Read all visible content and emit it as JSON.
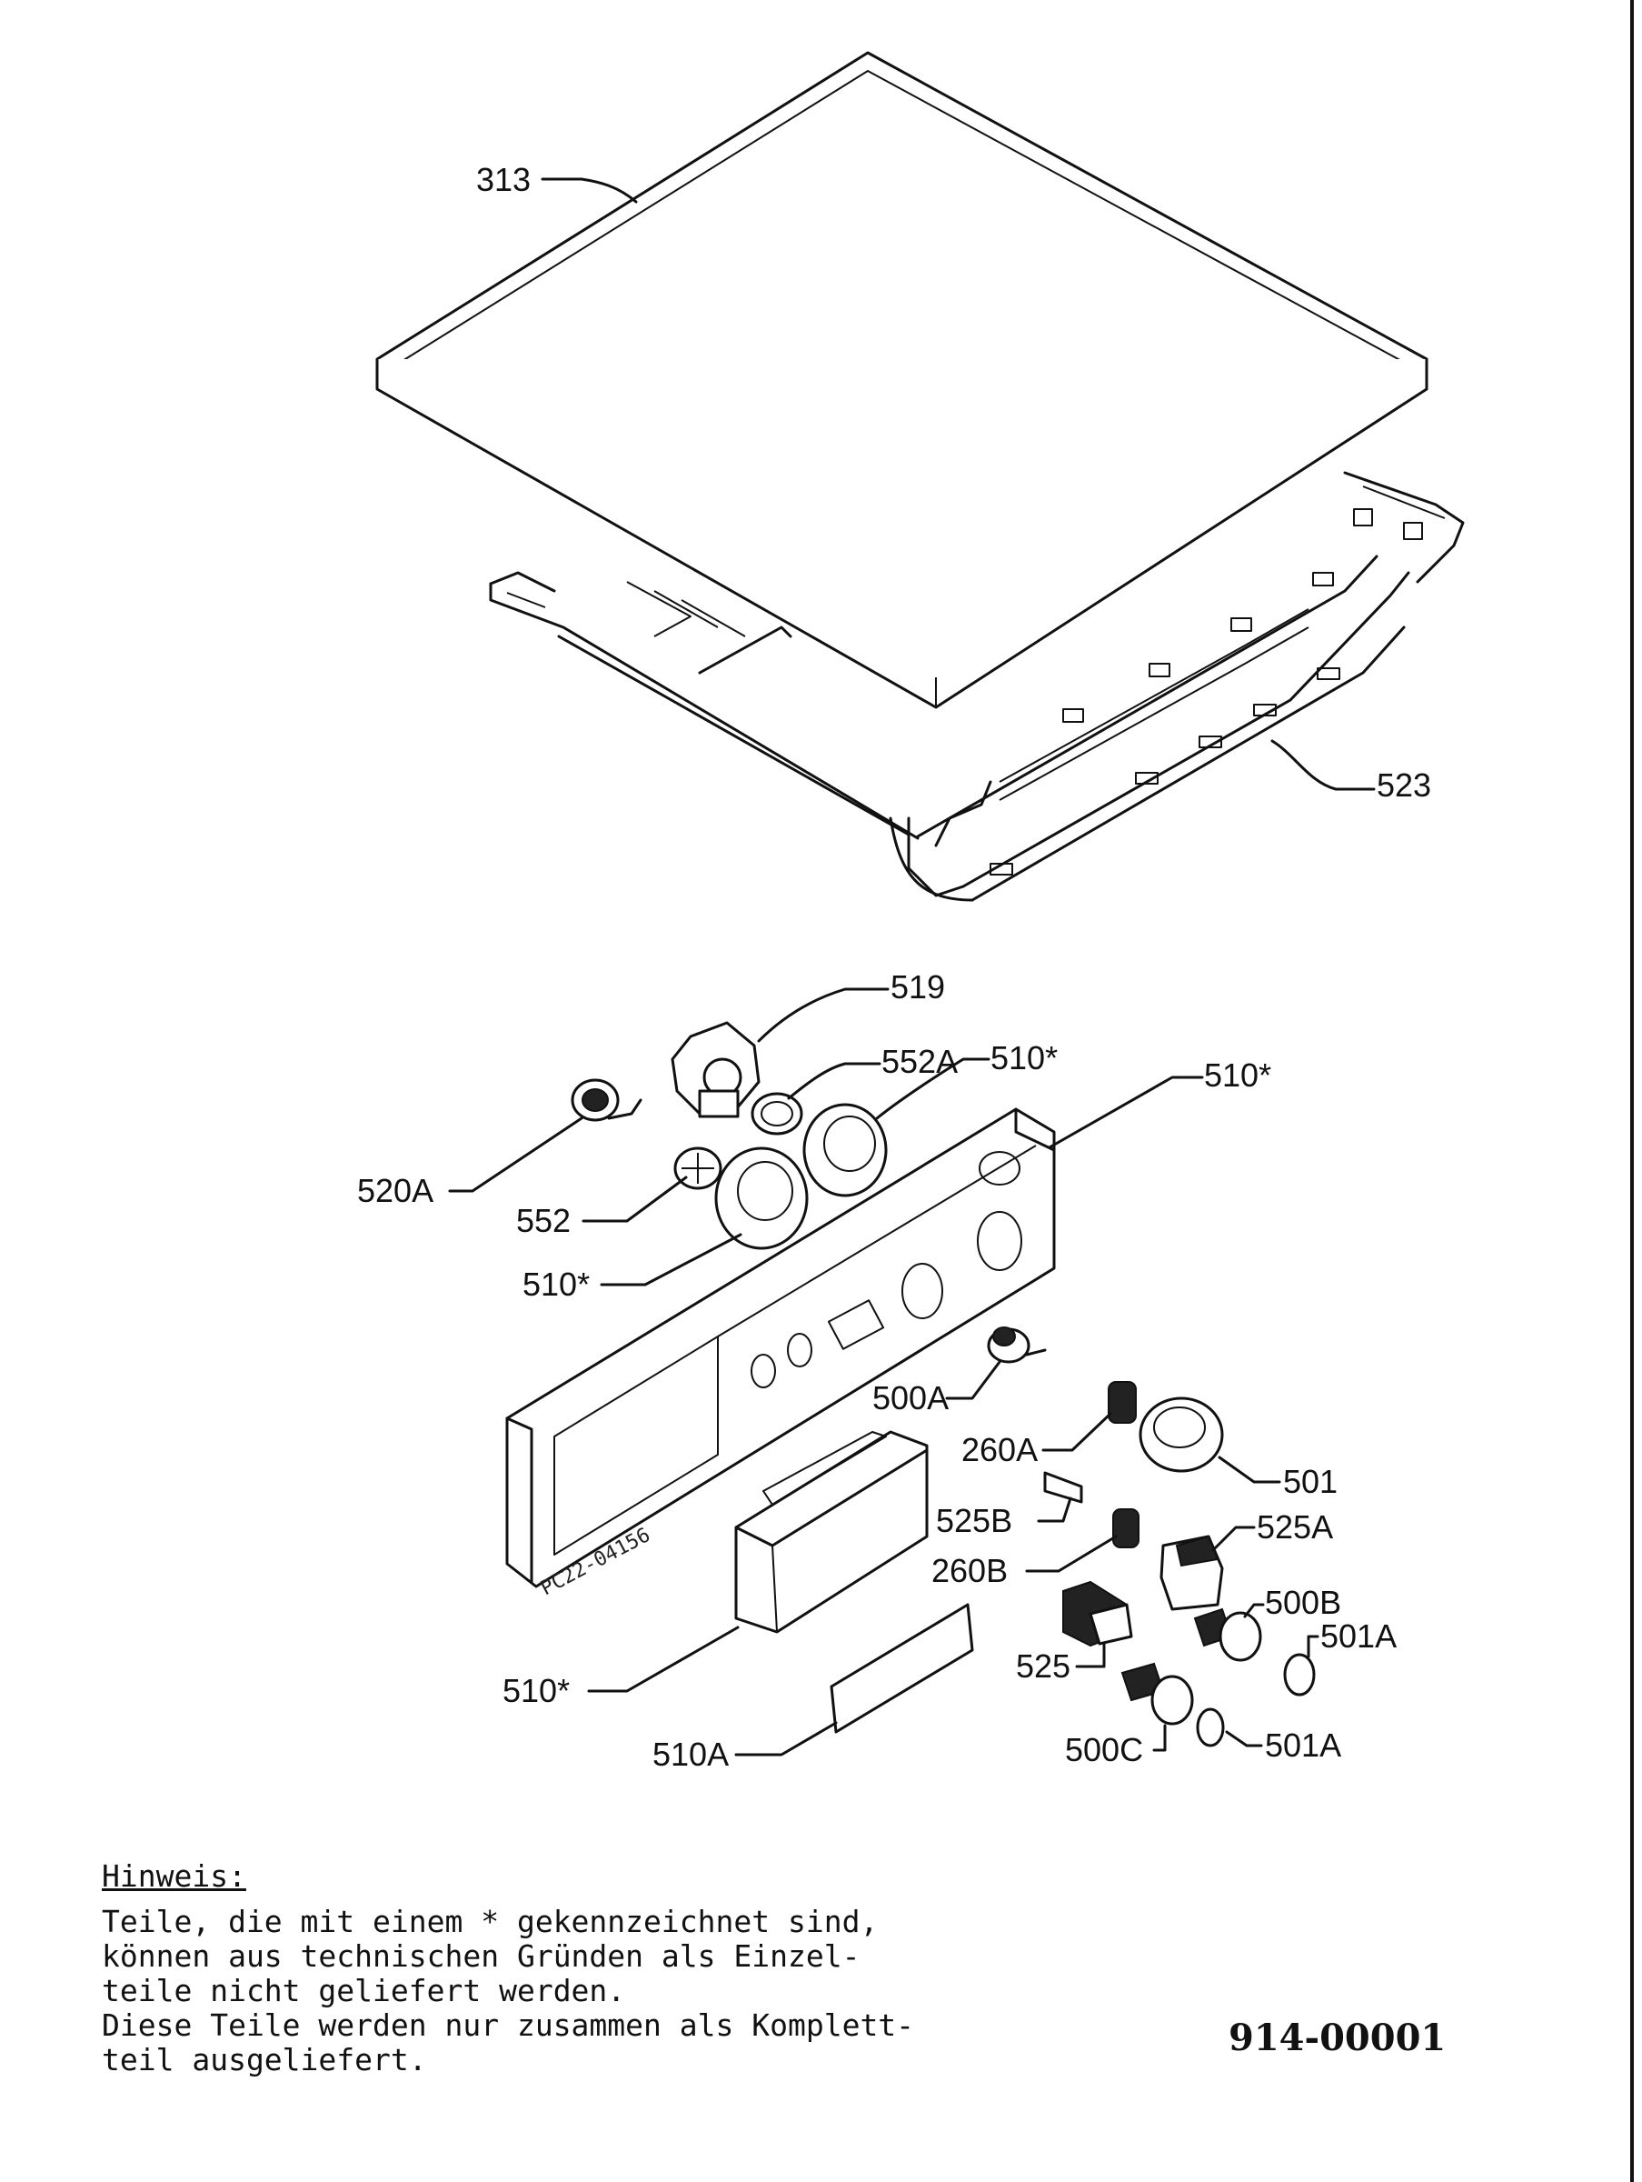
{
  "labels": {
    "p313": "313",
    "p523": "523",
    "p519": "519",
    "p552A": "552A",
    "p510_a": "510*",
    "p510_b": "510*",
    "p520A": "520A",
    "p552": "552",
    "p510_c": "510*",
    "p500A": "500A",
    "p260A": "260A",
    "p501": "501",
    "p525B": "525B",
    "p525A": "525A",
    "p260B": "260B",
    "p500B": "500B",
    "p501A_a": "501A",
    "p525": "525",
    "p510_d": "510*",
    "p510A": "510A",
    "p500C": "500C",
    "p501A_b": "501A"
  },
  "stamp": "PC22-04156",
  "note": {
    "title": "Hinweis:",
    "lines": [
      "Teile, die mit einem * gekennzeichnet sind,",
      "können aus technischen Gründen als Einzel-",
      "teile nicht geliefert werden.",
      "Diese Teile werden nur zusammen als Komplett-",
      "teil ausgeliefert."
    ]
  },
  "doc_number": "914-00001"
}
